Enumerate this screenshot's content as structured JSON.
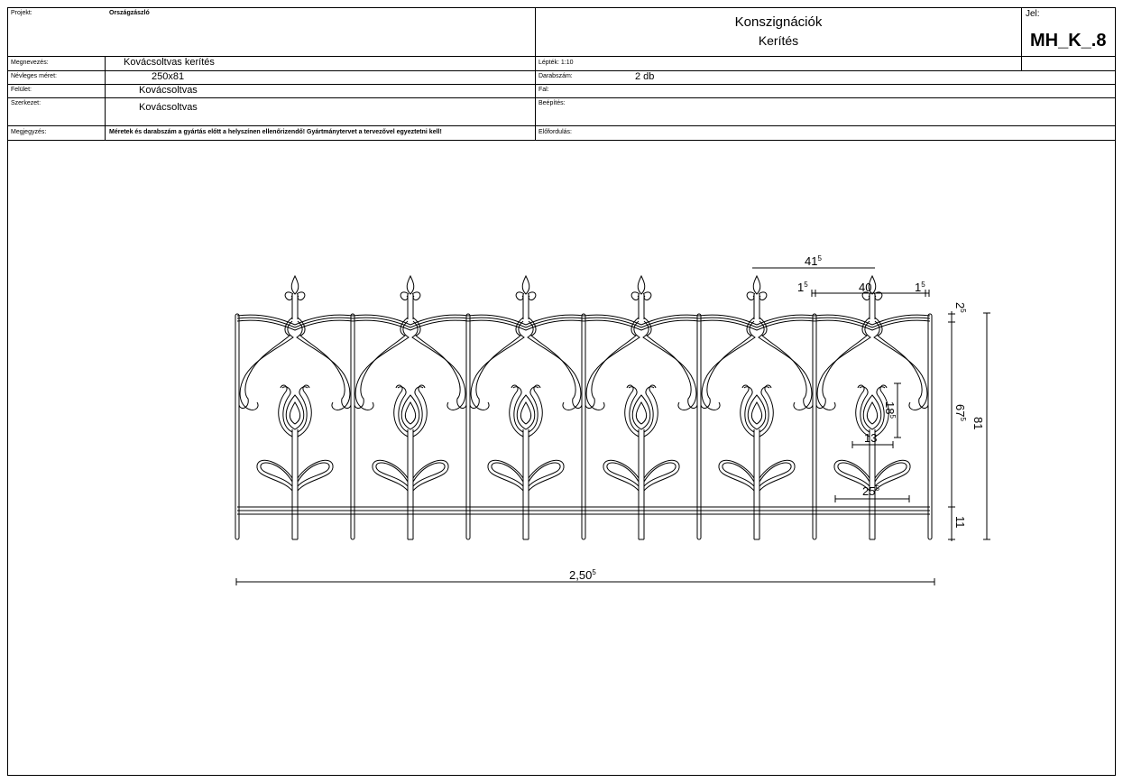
{
  "header": {
    "project_label": "Projekt:",
    "project_value": "Országzászló",
    "title_line1": "Konszignációk",
    "title_line2": "Kerítés",
    "jel_label": "Jel:",
    "jel_value": "MH_K_.8",
    "megnevezes_label": "Megnevezés:",
    "megnevezes_value": "Kovácsoltvas kerítés",
    "nevleges_label": "Névleges méret:",
    "nevleges_value": "250x81",
    "felulet_label": "Felület:",
    "felulet_value": "Kovácsoltvas",
    "szerkezet_label": "Szerkezet:",
    "szerkezet_value": "Kovácsoltvas",
    "megjegyzes_label": "Megjegyzés:",
    "megjegyzes_value": "Méretek és darabszám a gyártás előtt a helyszínen ellenőrizendő! Gyártmánytervet a tervezővel egyeztetni kell!",
    "leptek": "Lépték: 1:10",
    "darabszam_label": "Darabszám:",
    "darabszam_value": "2 db",
    "fal_label": "Fal:",
    "beepites_label": "Beépítés:",
    "elofordulas_label": "Előfordulás:"
  },
  "dimensions": {
    "d41": "41",
    "d41s": "5",
    "d1a": "1",
    "d1as": "5",
    "d40": "40",
    "d1b": "1",
    "d1bs": "5",
    "d2": "2",
    "d2s": "5",
    "d67": "67",
    "d67s": "5",
    "d81": "81",
    "d11": "11",
    "d18": "18",
    "d18s": "5",
    "d13": "13",
    "d25": "25",
    "d25s": "5",
    "d250": "2,50",
    "d250s": "5"
  }
}
